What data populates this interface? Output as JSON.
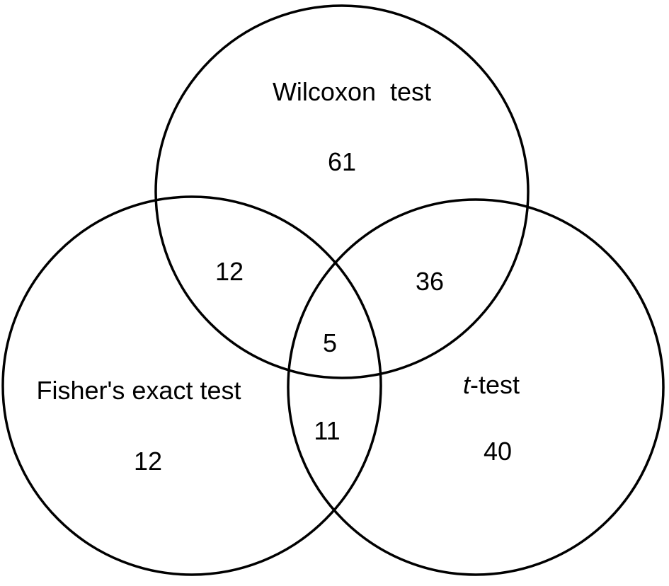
{
  "sets": {
    "wilcoxon": {
      "label": "Wilcoxon  test"
    },
    "fisher": {
      "label": "Fisher's exact test"
    },
    "ttest": {
      "label_italic": "t",
      "label_rest": "-test"
    }
  },
  "regions": {
    "wilcoxon_only": "61",
    "fisher_only": "12",
    "ttest_only": "40",
    "wilcoxon_fisher": "12",
    "wilcoxon_ttest": "36",
    "fisher_ttest": "11",
    "all_three": "5"
  },
  "colors": {
    "stroke": "#000000",
    "text": "#000000",
    "background": "#ffffff"
  }
}
